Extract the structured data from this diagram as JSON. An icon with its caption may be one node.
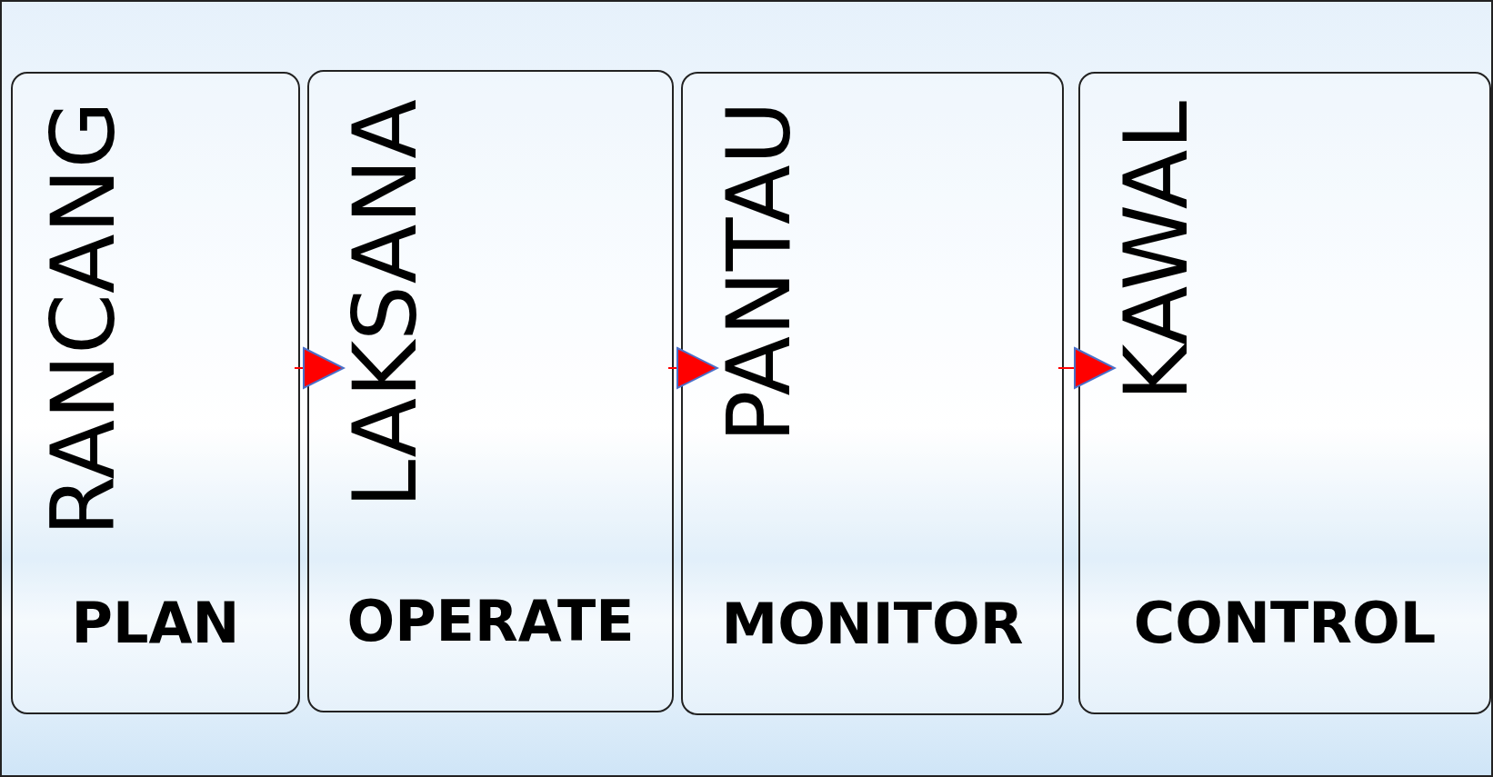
{
  "diagram": {
    "nodes": [
      {
        "text": [
          "RANCANG",
          "PLAN"
        ]
      },
      {
        "text": [
          "LAKSANA",
          "OPERATE"
        ]
      },
      {
        "text": [
          "PANTAU",
          "MONITOR"
        ]
      },
      {
        "text": [
          "KAWAL",
          "CONTROL"
        ]
      }
    ],
    "edges": [
      {
        "from": 0,
        "to": 1,
        "arrow": "to"
      },
      {
        "from": 1,
        "to": 2,
        "arrow": "to"
      },
      {
        "from": 2,
        "to": 3,
        "arrow": "to"
      }
    ]
  }
}
